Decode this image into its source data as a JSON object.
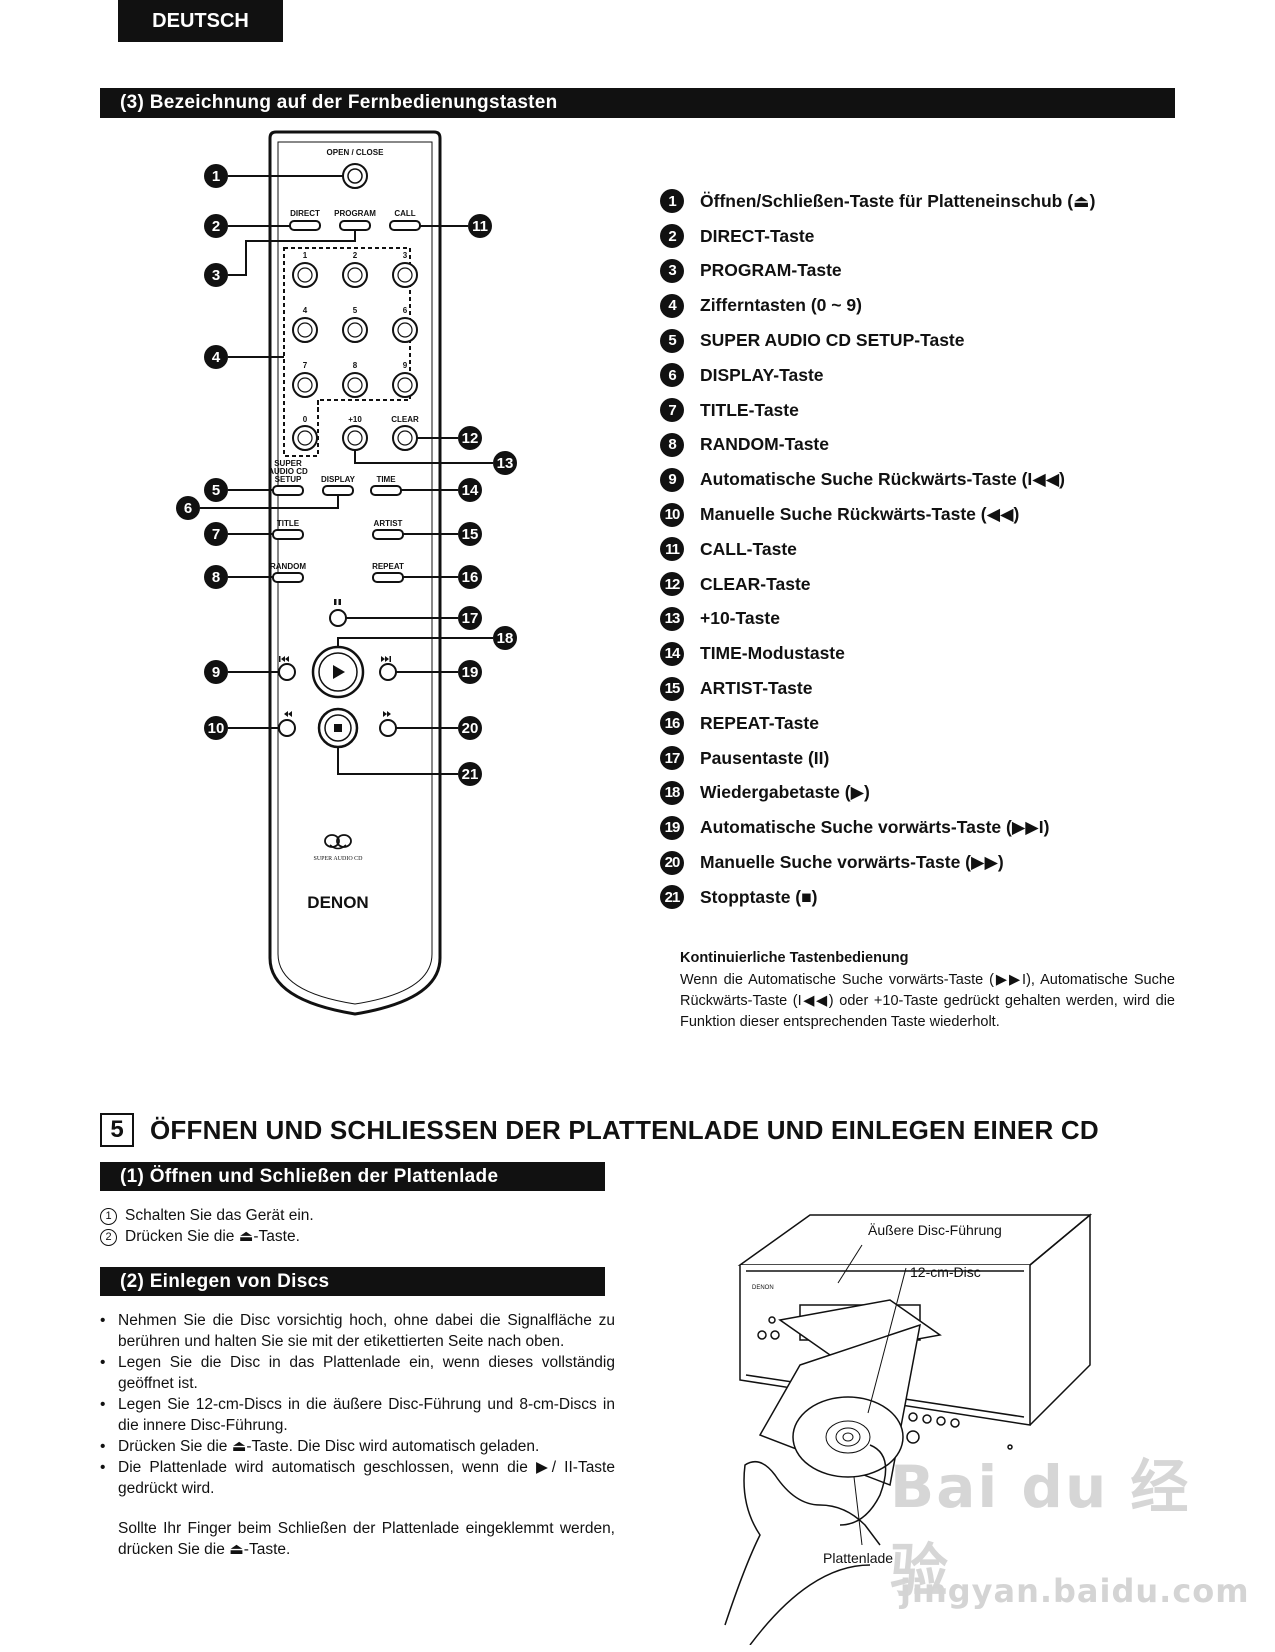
{
  "language_tab": "DEUTSCH",
  "section3": {
    "title": "(3) Bezeichnung auf der Fernbedienungstasten",
    "remote": {
      "open_close": "OPEN / CLOSE",
      "direct": "DIRECT",
      "program": "PROGRAM",
      "call": "CALL",
      "digits": [
        "1",
        "2",
        "3",
        "4",
        "5",
        "6",
        "7",
        "8",
        "9"
      ],
      "zero": "0",
      "plus10": "+10",
      "clear": "CLEAR",
      "super_audio_setup": [
        "SUPER",
        "AUDIO CD",
        "SETUP"
      ],
      "display": "DISPLAY",
      "time": "TIME",
      "title_btn": "TITLE",
      "artist": "ARTIST",
      "random": "RANDOM",
      "repeat": "REPEAT",
      "logo_text": "SUPER AUDIO CD",
      "brand": "DENON"
    },
    "callout_numbers": [
      "1",
      "2",
      "3",
      "4",
      "5",
      "6",
      "7",
      "8",
      "9",
      "10",
      "11",
      "12",
      "13",
      "14",
      "15",
      "16",
      "17",
      "18",
      "19",
      "20",
      "21"
    ],
    "legend": [
      {
        "num": "1",
        "label": "Öffnen/Schließen-Taste für Platteneinschub (⏏)"
      },
      {
        "num": "2",
        "label": "DIRECT-Taste"
      },
      {
        "num": "3",
        "label": "PROGRAM-Taste"
      },
      {
        "num": "4",
        "label": "Zifferntasten (0 ~ 9)"
      },
      {
        "num": "5",
        "label": "SUPER AUDIO CD SETUP-Taste"
      },
      {
        "num": "6",
        "label": "DISPLAY-Taste"
      },
      {
        "num": "7",
        "label": "TITLE-Taste"
      },
      {
        "num": "8",
        "label": "RANDOM-Taste"
      },
      {
        "num": "9",
        "label": "Automatische Suche Rückwärts-Taste (I◀◀)"
      },
      {
        "num": "10",
        "label": "Manuelle Suche Rückwärts-Taste (◀◀)"
      },
      {
        "num": "11",
        "label": "CALL-Taste"
      },
      {
        "num": "12",
        "label": "CLEAR-Taste"
      },
      {
        "num": "13",
        "label": "+10-Taste"
      },
      {
        "num": "14",
        "label": "TIME-Modustaste"
      },
      {
        "num": "15",
        "label": "ARTIST-Taste"
      },
      {
        "num": "16",
        "label": "REPEAT-Taste"
      },
      {
        "num": "17",
        "label": "Pausentaste (II)"
      },
      {
        "num": "18",
        "label": "Wiedergabetaste (▶)"
      },
      {
        "num": "19",
        "label": "Automatische Suche vorwärts-Taste (▶▶I)"
      },
      {
        "num": "20",
        "label": "Manuelle Suche vorwärts-Taste (▶▶)"
      },
      {
        "num": "21",
        "label": "Stopptaste (■)"
      }
    ],
    "continuous": {
      "heading": "Kontinuierliche Tastenbedienung",
      "text": "Wenn die Automatische Suche vorwärts-Taste (▶▶I), Automatische Suche Rückwärts-Taste (I◀◀) oder +10-Taste gedrückt gehalten werden, wird die Funktion dieser entsprechenden Taste wiederholt."
    }
  },
  "section5": {
    "number": "5",
    "title": "ÖFFNEN UND SCHLIESSEN DER PLATTENLADE UND EINLEGEN EINER CD",
    "sub1": {
      "title": "(1) Öffnen und Schließen der Plattenlade",
      "steps": [
        {
          "marker": "1",
          "text": "Schalten Sie das Gerät ein."
        },
        {
          "marker": "2",
          "text": "Drücken Sie die ⏏-Taste."
        }
      ]
    },
    "sub2": {
      "title": "(2) Einlegen von Discs",
      "bullets": [
        "Nehmen Sie die Disc vorsichtig hoch, ohne dabei die Signalfläche zu berühren und halten Sie sie mit der etikettierten Seite nach oben.",
        "Legen Sie die Disc in das Plattenlade ein, wenn dieses vollständig geöffnet ist.",
        "Legen Sie 12-cm-Discs in die äußere Disc-Führung und 8-cm-Discs in die innere Disc-Führung.",
        "Drücken Sie die ⏏-Taste. Die Disc wird automatisch geladen.",
        "Die Plattenlade wird automatisch geschlossen, wenn die ▶/ II-Taste gedrückt wird."
      ],
      "note": "Sollte Ihr Finger beim Schließen der Plattenlade eingeklemmt werden, drücken Sie die ⏏-Taste."
    },
    "figure": {
      "label_outer_guide": "Äußere Disc-Führung",
      "label_disc": "12-cm-Disc",
      "label_tray": "Plattenlade",
      "device_brand": "DENON"
    }
  },
  "watermark": {
    "brand": "Bai du 经验",
    "url": "jingyan.baidu.com"
  }
}
